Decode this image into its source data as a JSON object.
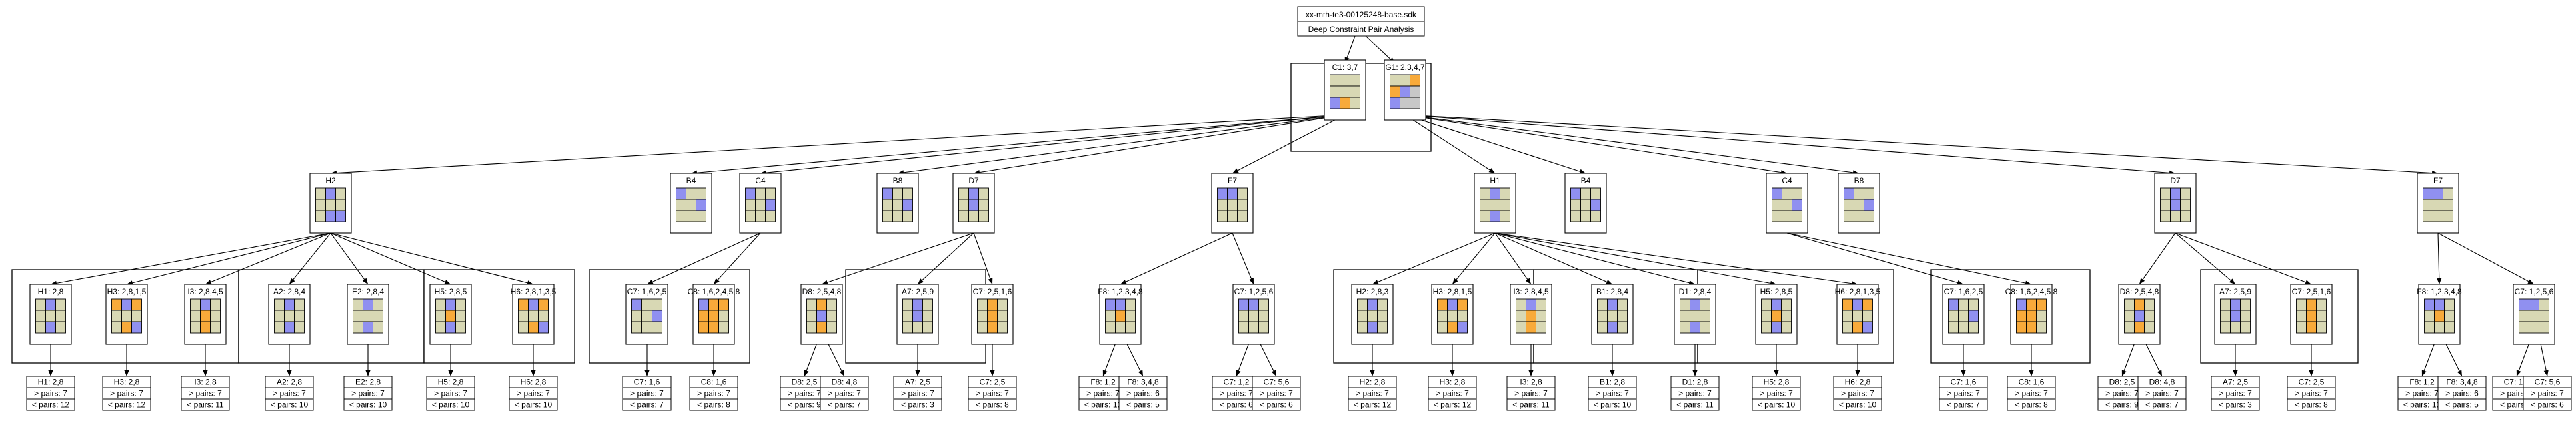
{
  "title_lines": [
    "xx-mth-te3-00125248-base.sdk",
    "Deep Constraint Pair Analysis"
  ],
  "colors": {
    "empty": "#d8d8b4",
    "given": "#9090f0",
    "target": "#f8aa3a",
    "gray": "#c8c8c8"
  },
  "nodes": [
    {
      "id": "C1",
      "label": "C1: 3,7",
      "grid": "eee|eee|gte"
    },
    {
      "id": "G1",
      "label": "G1: 2,3,4,7",
      "grid": "eet|tgz|gzz"
    },
    {
      "id": "H2",
      "label": "H2",
      "grid": "eg e|eee|egh"
    },
    {
      "id": "B4a",
      "label": "B4",
      "grid": "gee|eeg|eee"
    },
    {
      "id": "C4a",
      "label": "C4",
      "grid": "gee|eeg|eee"
    },
    {
      "id": "B8a",
      "label": "B8",
      "grid": "gee|eeg|eee"
    },
    {
      "id": "D7a",
      "label": "D7",
      "grid": "ege|ege|eee"
    },
    {
      "id": "F7a",
      "label": "F7",
      "grid": "gge|eee|eee"
    },
    {
      "id": "H1",
      "label": "H1",
      "grid": "ege|eee|ege"
    },
    {
      "id": "B4b",
      "label": "B4",
      "grid": "gee|eeg|eee"
    },
    {
      "id": "C4b",
      "label": "C4",
      "grid": "gee|eeg|eee"
    },
    {
      "id": "B8b",
      "label": "B8",
      "grid": "gee|eeg|eee"
    },
    {
      "id": "D7b",
      "label": "D7",
      "grid": "ege|ege|eee"
    },
    {
      "id": "F7b",
      "label": "F7",
      "grid": "gge|eee|eee"
    },
    {
      "id": "g1",
      "label": "H1: 2,8",
      "grid": "ege|eee|ege"
    },
    {
      "id": "g2",
      "label": "H3: 2,8,1,5",
      "grid": "tgt|eee|etg"
    },
    {
      "id": "g3",
      "label": "I3: 2,8,4,5",
      "grid": "ege|ete|ete"
    },
    {
      "id": "g4",
      "label": "A2: 2,8,4",
      "grid": "ege|eee|ege"
    },
    {
      "id": "g5",
      "label": "E2: 2,8,4",
      "grid": "ege|eee|ege"
    },
    {
      "id": "g6",
      "label": "H5: 2,8,5",
      "grid": "ege|ete|ege"
    },
    {
      "id": "g7",
      "label": "H6: 2,8,1,3,5",
      "grid": "tgt|eee|etg"
    },
    {
      "id": "g8",
      "label": "C7: 1,6,2,5",
      "grid": "gee|eeg|eee"
    },
    {
      "id": "g9",
      "label": "C8: 1,6,2,4,5,8",
      "grid": "gtt|tte|tte"
    },
    {
      "id": "g10",
      "label": "D8: 2,5,4,8",
      "grid": "ete|ege|ete"
    },
    {
      "id": "g11",
      "label": "A7: 2,5,9",
      "grid": "ege|ege|eee"
    },
    {
      "id": "g12",
      "label": "C7: 2,5,1,6",
      "grid": "ete|ete|ete"
    },
    {
      "id": "g13",
      "label": "F8: 1,2,3,4,8",
      "grid": "gge|ete|eee"
    },
    {
      "id": "g14",
      "label": "C7: 1,2,5,6",
      "grid": "gge|eee|eee"
    },
    {
      "id": "g15",
      "label": "H2: 2,8,3",
      "grid": "ege|eee|ege"
    },
    {
      "id": "g16",
      "label": "H3: 2,8,1,5",
      "grid": "tgt|eee|etg"
    },
    {
      "id": "g17",
      "label": "I3: 2,8,4,5",
      "grid": "ege|ete|ete"
    },
    {
      "id": "g18",
      "label": "B1: 2,8,4",
      "grid": "ege|eee|ege"
    },
    {
      "id": "g19",
      "label": "D1: 2,8,4",
      "grid": "ege|eee|ege"
    },
    {
      "id": "g20",
      "label": "H5: 2,8,5",
      "grid": "ege|ete|ege"
    },
    {
      "id": "g21",
      "label": "H6: 2,8,1,3,5",
      "grid": "tgt|eee|etg"
    },
    {
      "id": "g22",
      "label": "C7: 1,6,2,5",
      "grid": "gee|eeg|eee"
    },
    {
      "id": "g23",
      "label": "C8: 1,6,2,4,5,8",
      "grid": "gtt|tte|tte"
    },
    {
      "id": "g24",
      "label": "D8: 2,5,4,8",
      "grid": "ete|ege|ete"
    },
    {
      "id": "g25",
      "label": "A7: 2,5,9",
      "grid": "ege|ege|eee"
    },
    {
      "id": "g26",
      "label": "C7: 2,5,1,6",
      "grid": "ete|ete|ete"
    },
    {
      "id": "g27",
      "label": "F8: 1,2,3,4,8",
      "grid": "gge|ete|eee"
    },
    {
      "id": "g28",
      "label": "C7: 1,2,5,6",
      "grid": "gge|eee|eee"
    }
  ],
  "results": [
    {
      "lines": [
        "H1: 2,8",
        "> pairs: 7",
        "< pairs: 12"
      ]
    },
    {
      "lines": [
        "H3: 2,8",
        "> pairs: 7",
        "< pairs: 12"
      ]
    },
    {
      "lines": [
        "I3: 2,8",
        "> pairs: 7",
        "< pairs: 11"
      ]
    },
    {
      "lines": [
        "A2: 2,8",
        "> pairs: 7",
        "< pairs: 10"
      ]
    },
    {
      "lines": [
        "E2: 2,8",
        "> pairs: 7",
        "< pairs: 10"
      ]
    },
    {
      "lines": [
        "H5: 2,8",
        "> pairs: 7",
        "< pairs: 10"
      ]
    },
    {
      "lines": [
        "H6: 2,8",
        "> pairs: 7",
        "< pairs: 10"
      ]
    },
    {
      "lines": [
        "C7: 1,6",
        "> pairs: 7",
        "< pairs: 7"
      ]
    },
    {
      "lines": [
        "C8: 1,6",
        "> pairs: 7",
        "< pairs: 8"
      ]
    },
    {
      "lines": [
        "D8: 2,5",
        "> pairs: 7",
        "< pairs: 9"
      ]
    },
    {
      "lines": [
        "D8: 4,8",
        "> pairs: 7",
        "< pairs: 7"
      ]
    },
    {
      "lines": [
        "A7: 2,5",
        "> pairs: 7",
        "< pairs: 3"
      ]
    },
    {
      "lines": [
        "C7: 2,5",
        "> pairs: 7",
        "< pairs: 8"
      ]
    },
    {
      "lines": [
        "F8: 1,2",
        "> pairs: 7",
        "< pairs: 12"
      ]
    },
    {
      "lines": [
        "F8: 3,4,8",
        "> pairs: 6",
        "< pairs: 5"
      ]
    },
    {
      "lines": [
        "C7: 1,2",
        "> pairs: 7",
        "< pairs: 6"
      ]
    },
    {
      "lines": [
        "C7: 5,6",
        "> pairs: 7",
        "< pairs: 6"
      ]
    },
    {
      "lines": [
        "H2: 2,8",
        "> pairs: 7",
        "< pairs: 12"
      ]
    },
    {
      "lines": [
        "H3: 2,8",
        "> pairs: 7",
        "< pairs: 12"
      ]
    },
    {
      "lines": [
        "I3: 2,8",
        "> pairs: 7",
        "< pairs: 11"
      ]
    },
    {
      "lines": [
        "B1: 2,8",
        "> pairs: 7",
        "< pairs: 10"
      ]
    },
    {
      "lines": [
        "D1: 2,8",
        "> pairs: 7",
        "< pairs: 11"
      ]
    },
    {
      "lines": [
        "H5: 2,8",
        "> pairs: 7",
        "< pairs: 10"
      ]
    },
    {
      "lines": [
        "H6: 2,8",
        "> pairs: 7",
        "< pairs: 10"
      ]
    },
    {
      "lines": [
        "C7: 1,6",
        "> pairs: 7",
        "< pairs: 7"
      ]
    },
    {
      "lines": [
        "C8: 1,6",
        "> pairs: 7",
        "< pairs: 8"
      ]
    },
    {
      "lines": [
        "D8: 2,5",
        "> pairs: 7",
        "< pairs: 9"
      ]
    },
    {
      "lines": [
        "D8: 4,8",
        "> pairs: 7",
        "< pairs: 7"
      ]
    },
    {
      "lines": [
        "A7: 2,5",
        "> pairs: 7",
        "< pairs: 3"
      ]
    },
    {
      "lines": [
        "C7: 2,5",
        "> pairs: 7",
        "< pairs: 8"
      ]
    },
    {
      "lines": [
        "F8: 1,2",
        "> pairs: 7",
        "< pairs: 12"
      ]
    },
    {
      "lines": [
        "F8: 3,4,8",
        "> pairs: 6",
        "< pairs: 5"
      ]
    },
    {
      "lines": [
        "C7: 1,2",
        "> pairs: 7",
        "< pairs: 6"
      ]
    },
    {
      "lines": [
        "C7: 5,6",
        "> pairs: 7",
        "< pairs: 6"
      ]
    }
  ]
}
